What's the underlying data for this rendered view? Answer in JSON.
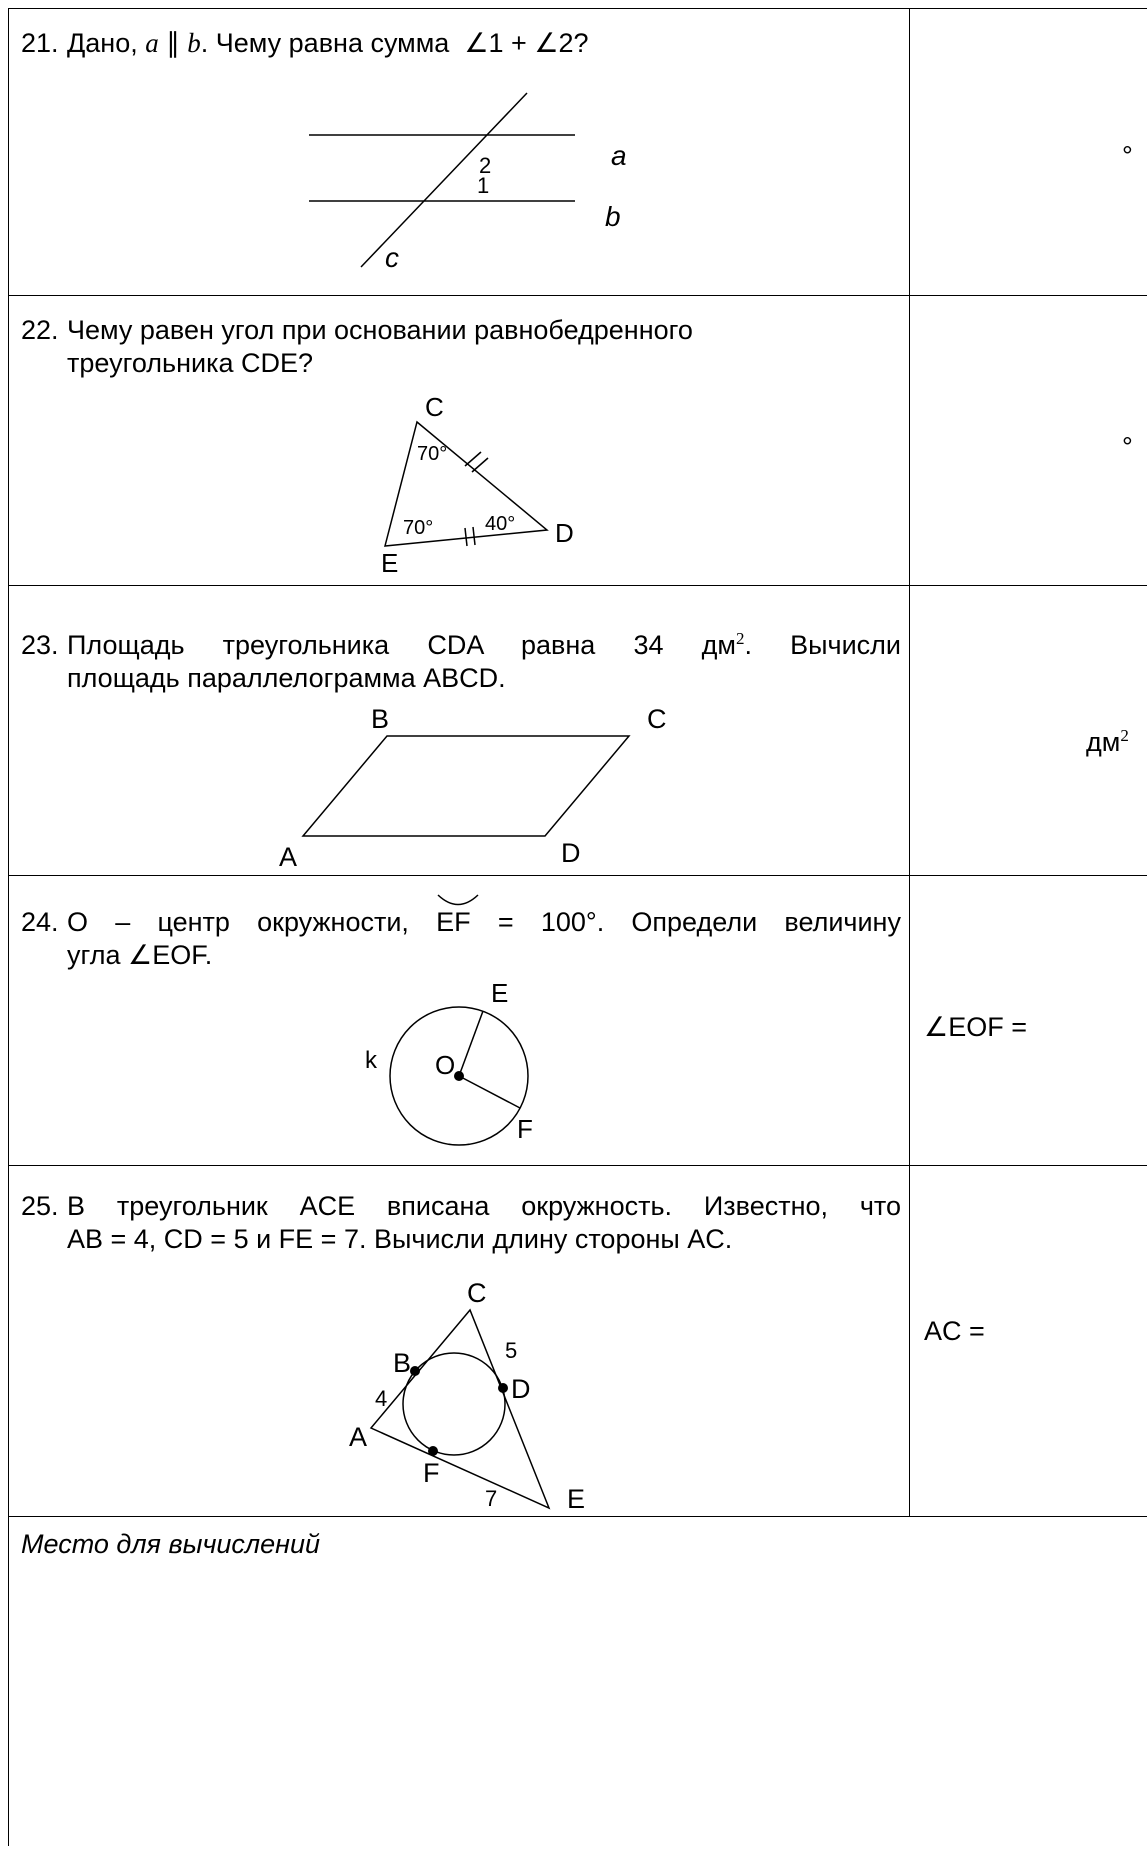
{
  "q21": {
    "num": "21.",
    "text_a": "Дано,",
    "var_a": "a",
    "parallel": "∥",
    "var_b": "b",
    "text_b": ". Чему равна сумма",
    "angle_sum": "∠1 + ∠2?",
    "fig_labels": {
      "a": "a",
      "b": "b",
      "c": "c",
      "one": "1",
      "two": "2"
    },
    "answer_unit": "°"
  },
  "q22": {
    "num": "22.",
    "line1": "Чему равен угол при основании равнобедренного",
    "line2": "треугольника CDE?",
    "fig_labels": {
      "C": "C",
      "D": "D",
      "E": "E",
      "ang_c": "70°",
      "ang_e": "70°",
      "ang_d": "40°"
    },
    "answer_unit": "°"
  },
  "q23": {
    "num": "23.",
    "line1": "Площадь треугольника CDA равна 34 дм",
    "sup": "2",
    "line1_end": ". Вычисли",
    "line2": "площадь параллелограмма ABCD.",
    "fig_labels": {
      "A": "A",
      "B": "B",
      "C": "C",
      "D": "D"
    },
    "answer_unit": "дм",
    "answer_sup": "2"
  },
  "q24": {
    "num": "24.",
    "line1_a": "O – центр окружности,",
    "arc": "EF",
    "line1_b": "= 100°. Определи величину",
    "line2": "угла ∠EOF.",
    "fig_labels": {
      "E": "E",
      "F": "F",
      "O": "O",
      "k": "k"
    },
    "answer_label": "∠EOF ="
  },
  "q25": {
    "num": "25.",
    "line1": "В треугольник ACE вписана окружность. Известно, что",
    "line2": "AB = 4, CD = 5 и FE = 7. Вычисли длину стороны AC.",
    "fig_labels": {
      "A": "A",
      "B": "B",
      "C": "C",
      "D": "D",
      "E": "E",
      "F": "F",
      "four": "4",
      "five": "5",
      "seven": "7"
    },
    "answer_label": "AC ="
  },
  "work": {
    "label": "Место для вычислений"
  }
}
